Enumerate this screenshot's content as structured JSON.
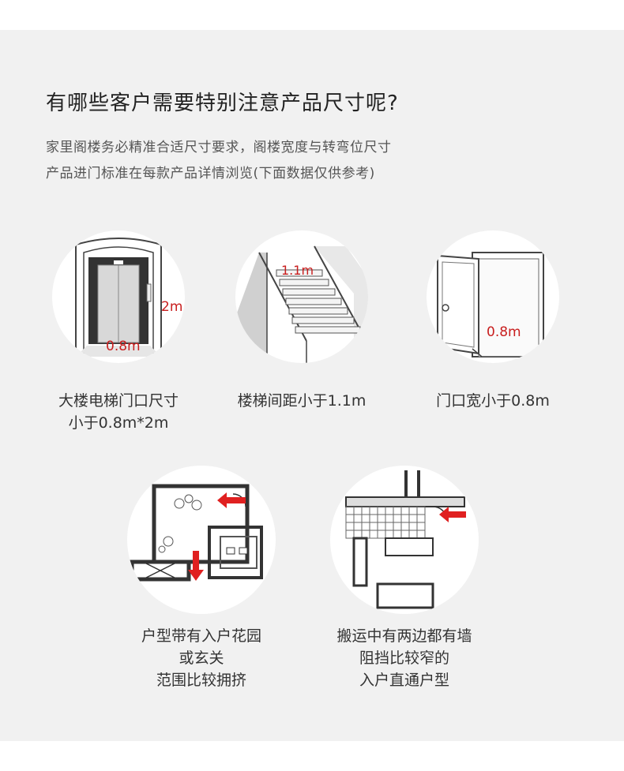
{
  "heading": "有哪些客户需要特别注意产品尺寸呢?",
  "description": {
    "line1": "家里阁楼务必精准合适尺寸要求，阁楼宽度与转弯位尺寸",
    "line2": "产品进门标准在每款产品详情浏览(下面数据仅供参考)"
  },
  "items": [
    {
      "caption": [
        "大楼电梯门口尺寸",
        "小于0.8m*2m"
      ],
      "labels": [
        "2m",
        "0.8m"
      ]
    },
    {
      "caption": [
        "楼梯间距小于1.1m"
      ],
      "labels": [
        "1.1m"
      ]
    },
    {
      "caption": [
        "门口宽小于0.8m"
      ],
      "labels": [
        "0.8m"
      ]
    },
    {
      "caption": [
        "户型带有入户花园",
        "或玄关",
        "范围比较拥挤"
      ]
    },
    {
      "caption": [
        "搬运中有两边都有墙",
        "阻挡比较窄的",
        "入户直通户型"
      ]
    }
  ],
  "colors": {
    "accent": "#c81e1e",
    "arrow": "#e02020",
    "panel": "#f1f1f1"
  }
}
